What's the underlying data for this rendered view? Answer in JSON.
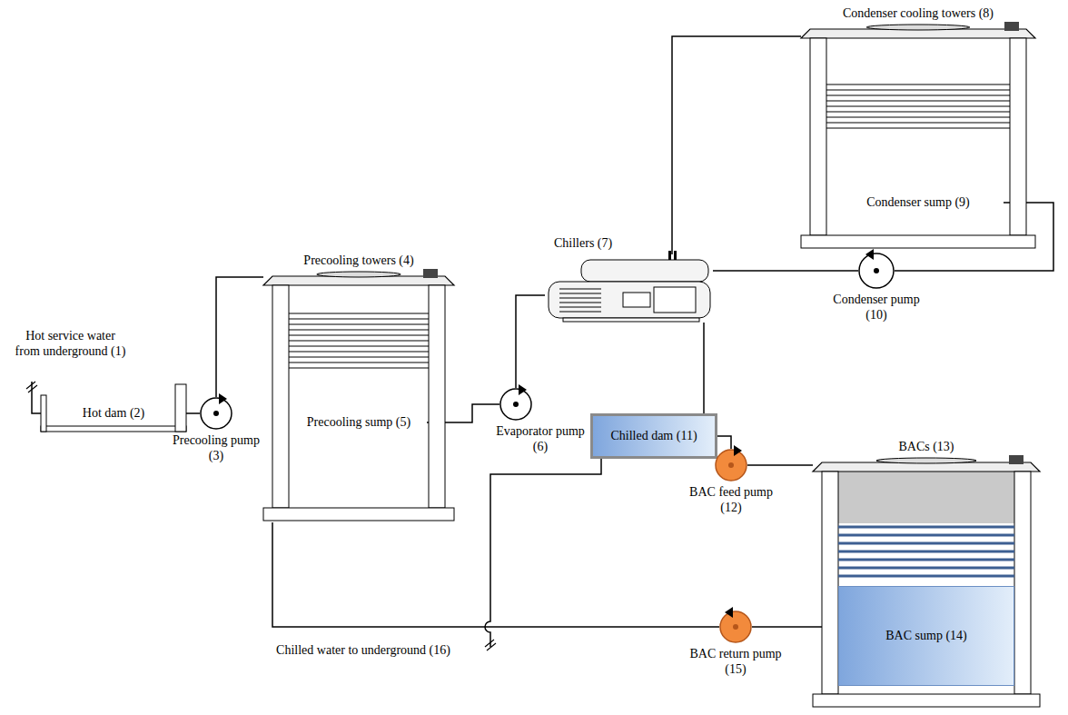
{
  "diagram": {
    "nodes": [
      {
        "text": [
          "Hot dam (2)"
        ]
      },
      {
        "text": [
          "Precooling pump (3)"
        ]
      },
      {
        "text": [
          "Precooling towers (4)"
        ]
      },
      {
        "text": [
          "Precooling sump (5)"
        ],
        "in": 2
      },
      {
        "text": [
          "Evaporator pump (6)"
        ]
      },
      {
        "text": [
          "Chillers (7)"
        ]
      },
      {
        "text": [
          "Condenser cooling towers (8)"
        ]
      },
      {
        "text": [
          "Condenser sump (9)"
        ],
        "in": 6
      },
      {
        "text": [
          "Condenser pump (10)"
        ]
      },
      {
        "text": [
          "Chilled dam (11)"
        ]
      },
      {
        "text": [
          "BAC feed pump (12)"
        ]
      },
      {
        "text": [
          "BACs (13)"
        ]
      },
      {
        "text": [
          "BAC sump (14)"
        ],
        "in": 11
      },
      {
        "text": [
          "BAC return pump (15)"
        ]
      }
    ],
    "edges": [
      {
        "from": 0,
        "to": 1,
        "arrow": "none"
      },
      {
        "from": 1,
        "to": 2,
        "arrow": "none"
      },
      {
        "from": 3,
        "to": 4,
        "arrow": "none"
      },
      {
        "from": 4,
        "to": 5,
        "arrow": "none"
      },
      {
        "from": 5,
        "to": 9,
        "arrow": "none"
      },
      {
        "from": 5,
        "to": 6,
        "arrow": "none"
      },
      {
        "from": 7,
        "to": 8,
        "arrow": "none"
      },
      {
        "from": 8,
        "to": 5,
        "arrow": "none"
      },
      {
        "from": 9,
        "to": 10,
        "arrow": "none"
      },
      {
        "from": 10,
        "to": 11,
        "arrow": "none"
      },
      {
        "from": 12,
        "to": 13,
        "arrow": "none"
      },
      {
        "from": 13,
        "to": 2,
        "arrow": "none"
      }
    ],
    "labels": [
      "Hot service water from underground (1)",
      "Chilled water to underground (16)"
    ]
  }
}
